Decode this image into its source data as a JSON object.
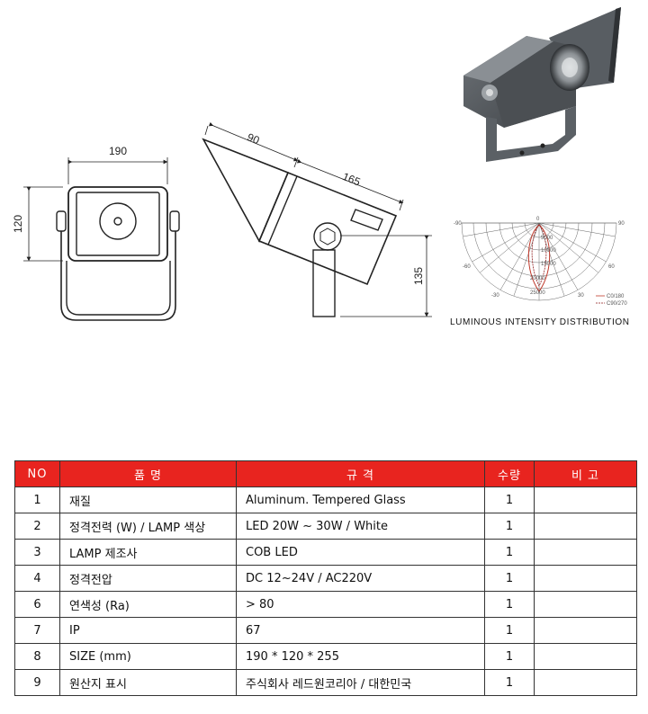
{
  "dimensions": {
    "front_width": "190",
    "front_height": "120",
    "side_depth": "90",
    "side_length": "165",
    "side_mount_height": "135"
  },
  "polar_chart": {
    "caption": "LUMINOUS  INTENSITY  DISTRIBUTION",
    "angle_labels": [
      "-90",
      "0",
      "90",
      "-60",
      "60",
      "-30",
      "30"
    ],
    "ring_labels": [
      "5000",
      "10000",
      "15000",
      "20000",
      "25000"
    ],
    "legend": [
      "C0/180",
      "C90/270"
    ]
  },
  "table": {
    "headers": {
      "no": "NO",
      "item": "품  명",
      "spec": "규   격",
      "qty": "수량",
      "note": "비  고"
    },
    "rows": [
      {
        "no": "1",
        "item": "재질",
        "spec": "Aluminum. Tempered Glass",
        "qty": "1",
        "note": ""
      },
      {
        "no": "2",
        "item": "정격전력 (W) / LAMP 색상",
        "spec": "LED 20W  ~ 30W / White",
        "qty": "1",
        "note": ""
      },
      {
        "no": "3",
        "item": "LAMP 제조사",
        "spec": "COB LED",
        "qty": "1",
        "note": ""
      },
      {
        "no": "4",
        "item": "정격전압",
        "spec": "DC 12~24V / AC220V",
        "qty": "1",
        "note": ""
      },
      {
        "no": "6",
        "item": "연색성 (Ra)",
        "spec": "> 80",
        "qty": "1",
        "note": ""
      },
      {
        "no": "7",
        "item": "IP",
        "spec": "67",
        "qty": "1",
        "note": ""
      },
      {
        "no": "8",
        "item": "SIZE (mm)",
        "spec": "190 * 120 * 255",
        "qty": "1",
        "note": ""
      },
      {
        "no": "9",
        "item": "원산지 표시",
        "spec": "주식회사 레드원코리아 / 대한민국",
        "qty": "1",
        "note": ""
      }
    ]
  }
}
